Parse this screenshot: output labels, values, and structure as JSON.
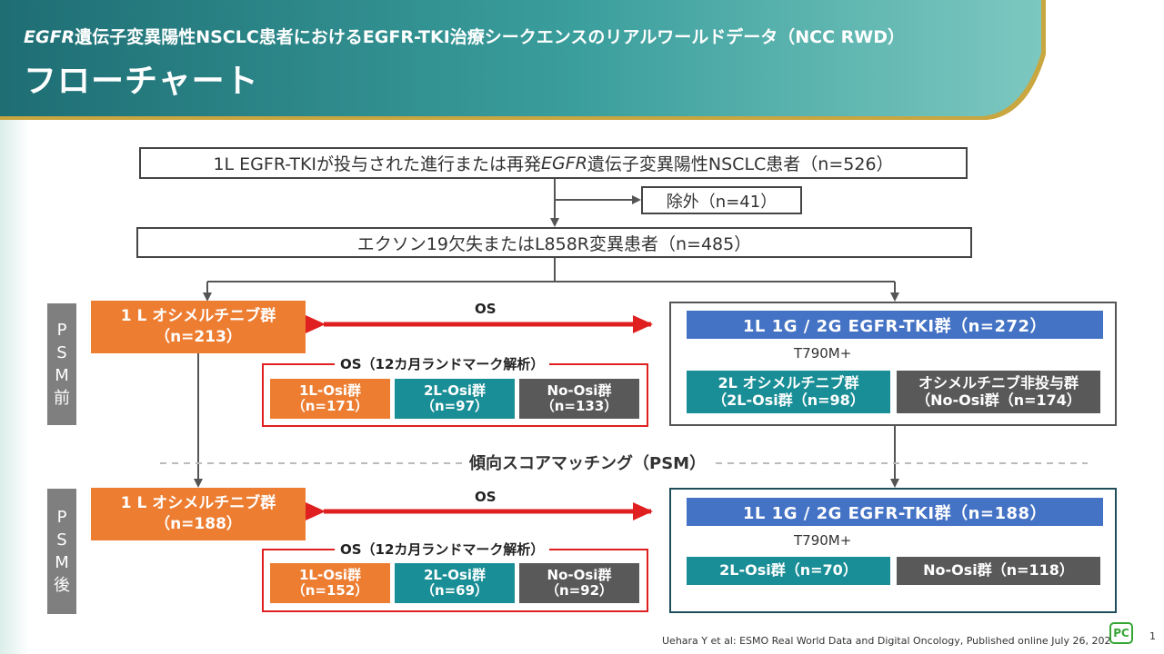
{
  "header": {
    "subtitle_gene": "EGFR",
    "subtitle_rest": "遺伝子変異陽性NSCLC患者におけるEGFR-TKI治療シークエンスのリアルワールドデータ（NCC RWD）",
    "title": "フローチャート"
  },
  "flow": {
    "top_pre": "1L EGFR-TKIが投与された進行または再発",
    "top_gene": "EGFR",
    "top_post": "遺伝子変異陽性NSCLC患者（n=526）",
    "exclusion": "除外（n=41）",
    "mutation": "エクソン19欠失またはL858R変異患者（n=485）"
  },
  "pre_psm": {
    "side_label": [
      "P",
      "S",
      "M",
      "前"
    ],
    "osi_group": {
      "line1": "1 L オシメルチニブ群",
      "line2": "（n=213）"
    },
    "os_label": "OS",
    "landmark_label": "OS（12カ月ランドマーク解析）",
    "subgroups": [
      {
        "line1": "1L-Osi群",
        "line2": "（n=171）"
      },
      {
        "line1": "2L-Osi群",
        "line2": "（n=97）"
      },
      {
        "line1": "No-Osi群",
        "line2": "（n=133）"
      }
    ],
    "tki_group": "1L 1G / 2G EGFR-TKI群（n=272）",
    "t790": "T790M+",
    "right_sub": [
      {
        "line1": "2L オシメルチニブ群",
        "line2": "（2L-Osi群（n=98）"
      },
      {
        "line1": "オシメルチニブ非投与群",
        "line2": "（No-Osi群（n=174）"
      }
    ]
  },
  "psm_label": "傾向スコアマッチング（PSM）",
  "post_psm": {
    "side_label": [
      "P",
      "S",
      "M",
      "後"
    ],
    "osi_group": {
      "line1": "1 L オシメルチニブ群",
      "line2": "（n=188）"
    },
    "os_label": "OS",
    "landmark_label": "OS（12カ月ランドマーク解析）",
    "subgroups": [
      {
        "line1": "1L-Osi群",
        "line2": "（n=152）"
      },
      {
        "line1": "2L-Osi群",
        "line2": "（n=69）"
      },
      {
        "line1": "No-Osi群",
        "line2": "（n=92）"
      }
    ],
    "tki_group": "1L 1G / 2G EGFR-TKI群（n=188）",
    "t790": "T790M+",
    "right_sub": [
      {
        "line1": "2L-Osi群（n=70）"
      },
      {
        "line1": "No-Osi群（n=118）"
      }
    ]
  },
  "footer": {
    "citation": "Uehara Y et al: ESMO Real World Data and Digital Oncology, Published online July 26, 2024",
    "logo": "PC",
    "page": "1"
  },
  "colors": {
    "header_teal": "#2a7f82",
    "header_gold": "#c8a640",
    "orange": "#ed7d31",
    "teal": "#1a8e96",
    "gray": "#595959",
    "blue": "#4472c4",
    "red": "#e02020",
    "frame_teal": "#1f4e5a"
  }
}
